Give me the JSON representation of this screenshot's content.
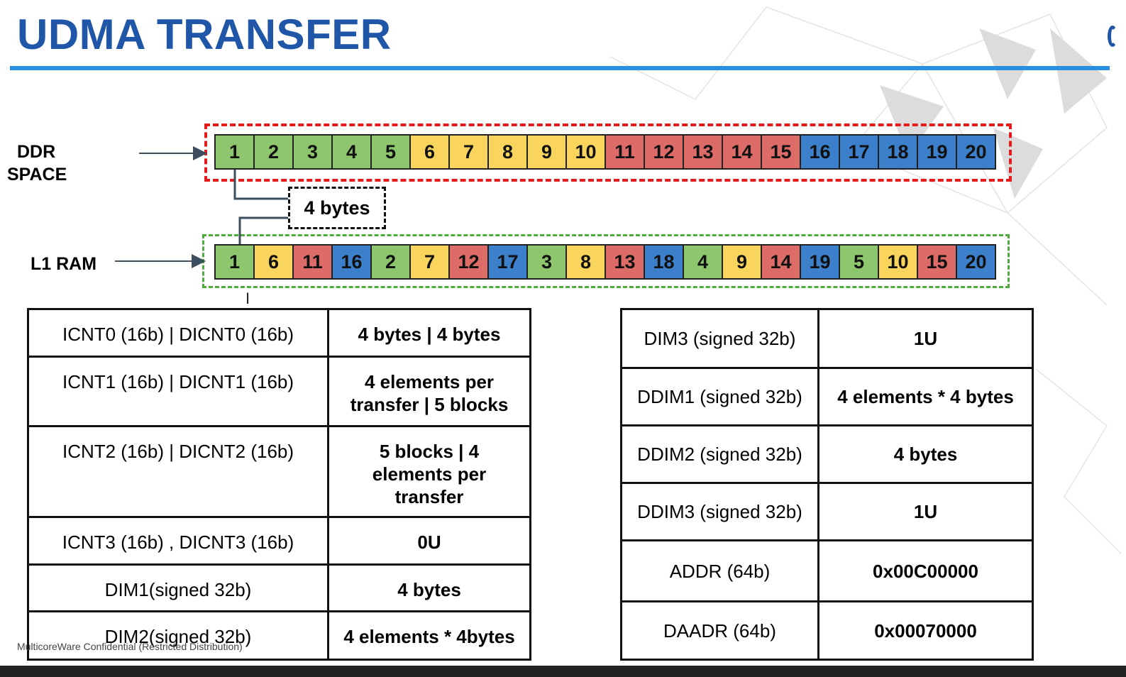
{
  "header": {
    "title": "UDMA TRANSFER",
    "accent_color": "#1f56a8",
    "rule_color": "#2a8fe3"
  },
  "diagram": {
    "ddr_label": [
      "DDR",
      "SPACE"
    ],
    "l1_label": "L1 RAM",
    "bytes_label": "4 bytes",
    "colors": {
      "green": "#8ec66d",
      "yellow": "#f9d55d",
      "red": "#dd6b68",
      "blue": "#3c7fcb",
      "ddr_border": "#e41a1c",
      "l1_border": "#4daa3c"
    },
    "ddr_cells": [
      {
        "n": "1",
        "c": "g"
      },
      {
        "n": "2",
        "c": "g"
      },
      {
        "n": "3",
        "c": "g"
      },
      {
        "n": "4",
        "c": "g"
      },
      {
        "n": "5",
        "c": "g"
      },
      {
        "n": "6",
        "c": "y"
      },
      {
        "n": "7",
        "c": "y"
      },
      {
        "n": "8",
        "c": "y"
      },
      {
        "n": "9",
        "c": "y"
      },
      {
        "n": "10",
        "c": "y"
      },
      {
        "n": "11",
        "c": "r"
      },
      {
        "n": "12",
        "c": "r"
      },
      {
        "n": "13",
        "c": "r"
      },
      {
        "n": "14",
        "c": "r"
      },
      {
        "n": "15",
        "c": "r"
      },
      {
        "n": "16",
        "c": "b"
      },
      {
        "n": "17",
        "c": "b"
      },
      {
        "n": "18",
        "c": "b"
      },
      {
        "n": "19",
        "c": "b"
      },
      {
        "n": "20",
        "c": "b"
      }
    ],
    "l1_cells": [
      {
        "n": "1",
        "c": "g"
      },
      {
        "n": "6",
        "c": "y"
      },
      {
        "n": "11",
        "c": "r"
      },
      {
        "n": "16",
        "c": "b"
      },
      {
        "n": "2",
        "c": "g"
      },
      {
        "n": "7",
        "c": "y"
      },
      {
        "n": "12",
        "c": "r"
      },
      {
        "n": "17",
        "c": "b"
      },
      {
        "n": "3",
        "c": "g"
      },
      {
        "n": "8",
        "c": "y"
      },
      {
        "n": "13",
        "c": "r"
      },
      {
        "n": "18",
        "c": "b"
      },
      {
        "n": "4",
        "c": "g"
      },
      {
        "n": "9",
        "c": "y"
      },
      {
        "n": "14",
        "c": "r"
      },
      {
        "n": "19",
        "c": "b"
      },
      {
        "n": "5",
        "c": "g"
      },
      {
        "n": "10",
        "c": "y"
      },
      {
        "n": "15",
        "c": "r"
      },
      {
        "n": "20",
        "c": "b"
      }
    ]
  },
  "left_table": [
    {
      "param": "ICNT0 (16b) | DICNT0 (16b)",
      "value": [
        "4 bytes | 4 bytes"
      ]
    },
    {
      "param": "ICNT1 (16b) | DICNT1 (16b)",
      "value": [
        "4 elements per",
        "transfer | 5 blocks"
      ]
    },
    {
      "param": "ICNT2 (16b) | DICNT2 (16b)",
      "value": [
        "5 blocks | 4",
        "elements per",
        "transfer"
      ]
    },
    {
      "param": "ICNT3 (16b) , DICNT3 (16b)",
      "value": [
        "0U"
      ]
    },
    {
      "param": "DIM1(signed 32b)",
      "value": [
        "4 bytes"
      ]
    },
    {
      "param": "DIM2(signed 32b)",
      "value": [
        "4 elements * 4bytes"
      ]
    }
  ],
  "right_table": [
    {
      "param": "DIM3 (signed 32b)",
      "value": "1U"
    },
    {
      "param": "DDIM1 (signed 32b)",
      "value": "4 elements * 4 bytes"
    },
    {
      "param": "DDIM2 (signed 32b)",
      "value": "4 bytes"
    },
    {
      "param": "DDIM3 (signed 32b)",
      "value": "1U"
    },
    {
      "param": "ADDR (64b)",
      "value": "0x00C00000"
    },
    {
      "param": "DAADR (64b)",
      "value": "0x00070000"
    }
  ],
  "footer": {
    "text": "MulticoreWare Confidential (Restricted Distribution)"
  }
}
